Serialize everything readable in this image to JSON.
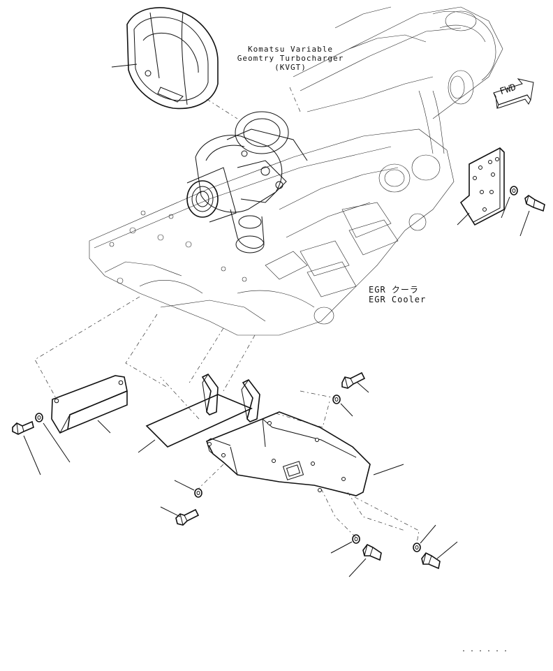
{
  "labels": {
    "turbo_line1": "Komatsu Variable",
    "turbo_line2": "Geomtry Turbocharger",
    "turbo_line3": "(KVGT)",
    "egr_jp": "EGR クーラ",
    "egr_en": "EGR Cooler",
    "fwd": "FWD"
  }
}
